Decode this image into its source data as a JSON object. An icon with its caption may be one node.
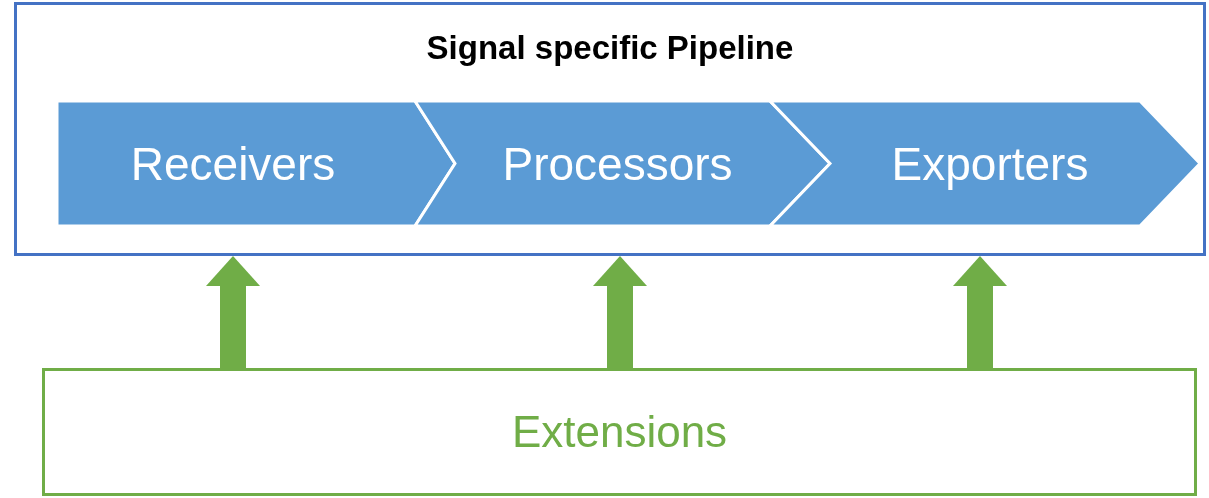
{
  "diagram": {
    "nodes": [
      {
        "text": [
          "Signal specific Pipeline"
        ]
      },
      {
        "text": [
          "Receivers"
        ],
        "in": 0
      },
      {
        "text": [
          "Processors"
        ],
        "in": 0
      },
      {
        "text": [
          "Exporters"
        ],
        "in": 0
      },
      {
        "text": [
          "Extensions"
        ]
      }
    ],
    "edges": [
      {
        "from": 4,
        "to": 0,
        "arrow": "to"
      },
      {
        "from": 4,
        "to": 0,
        "arrow": "to"
      },
      {
        "from": 4,
        "to": 0,
        "arrow": "to"
      }
    ]
  }
}
